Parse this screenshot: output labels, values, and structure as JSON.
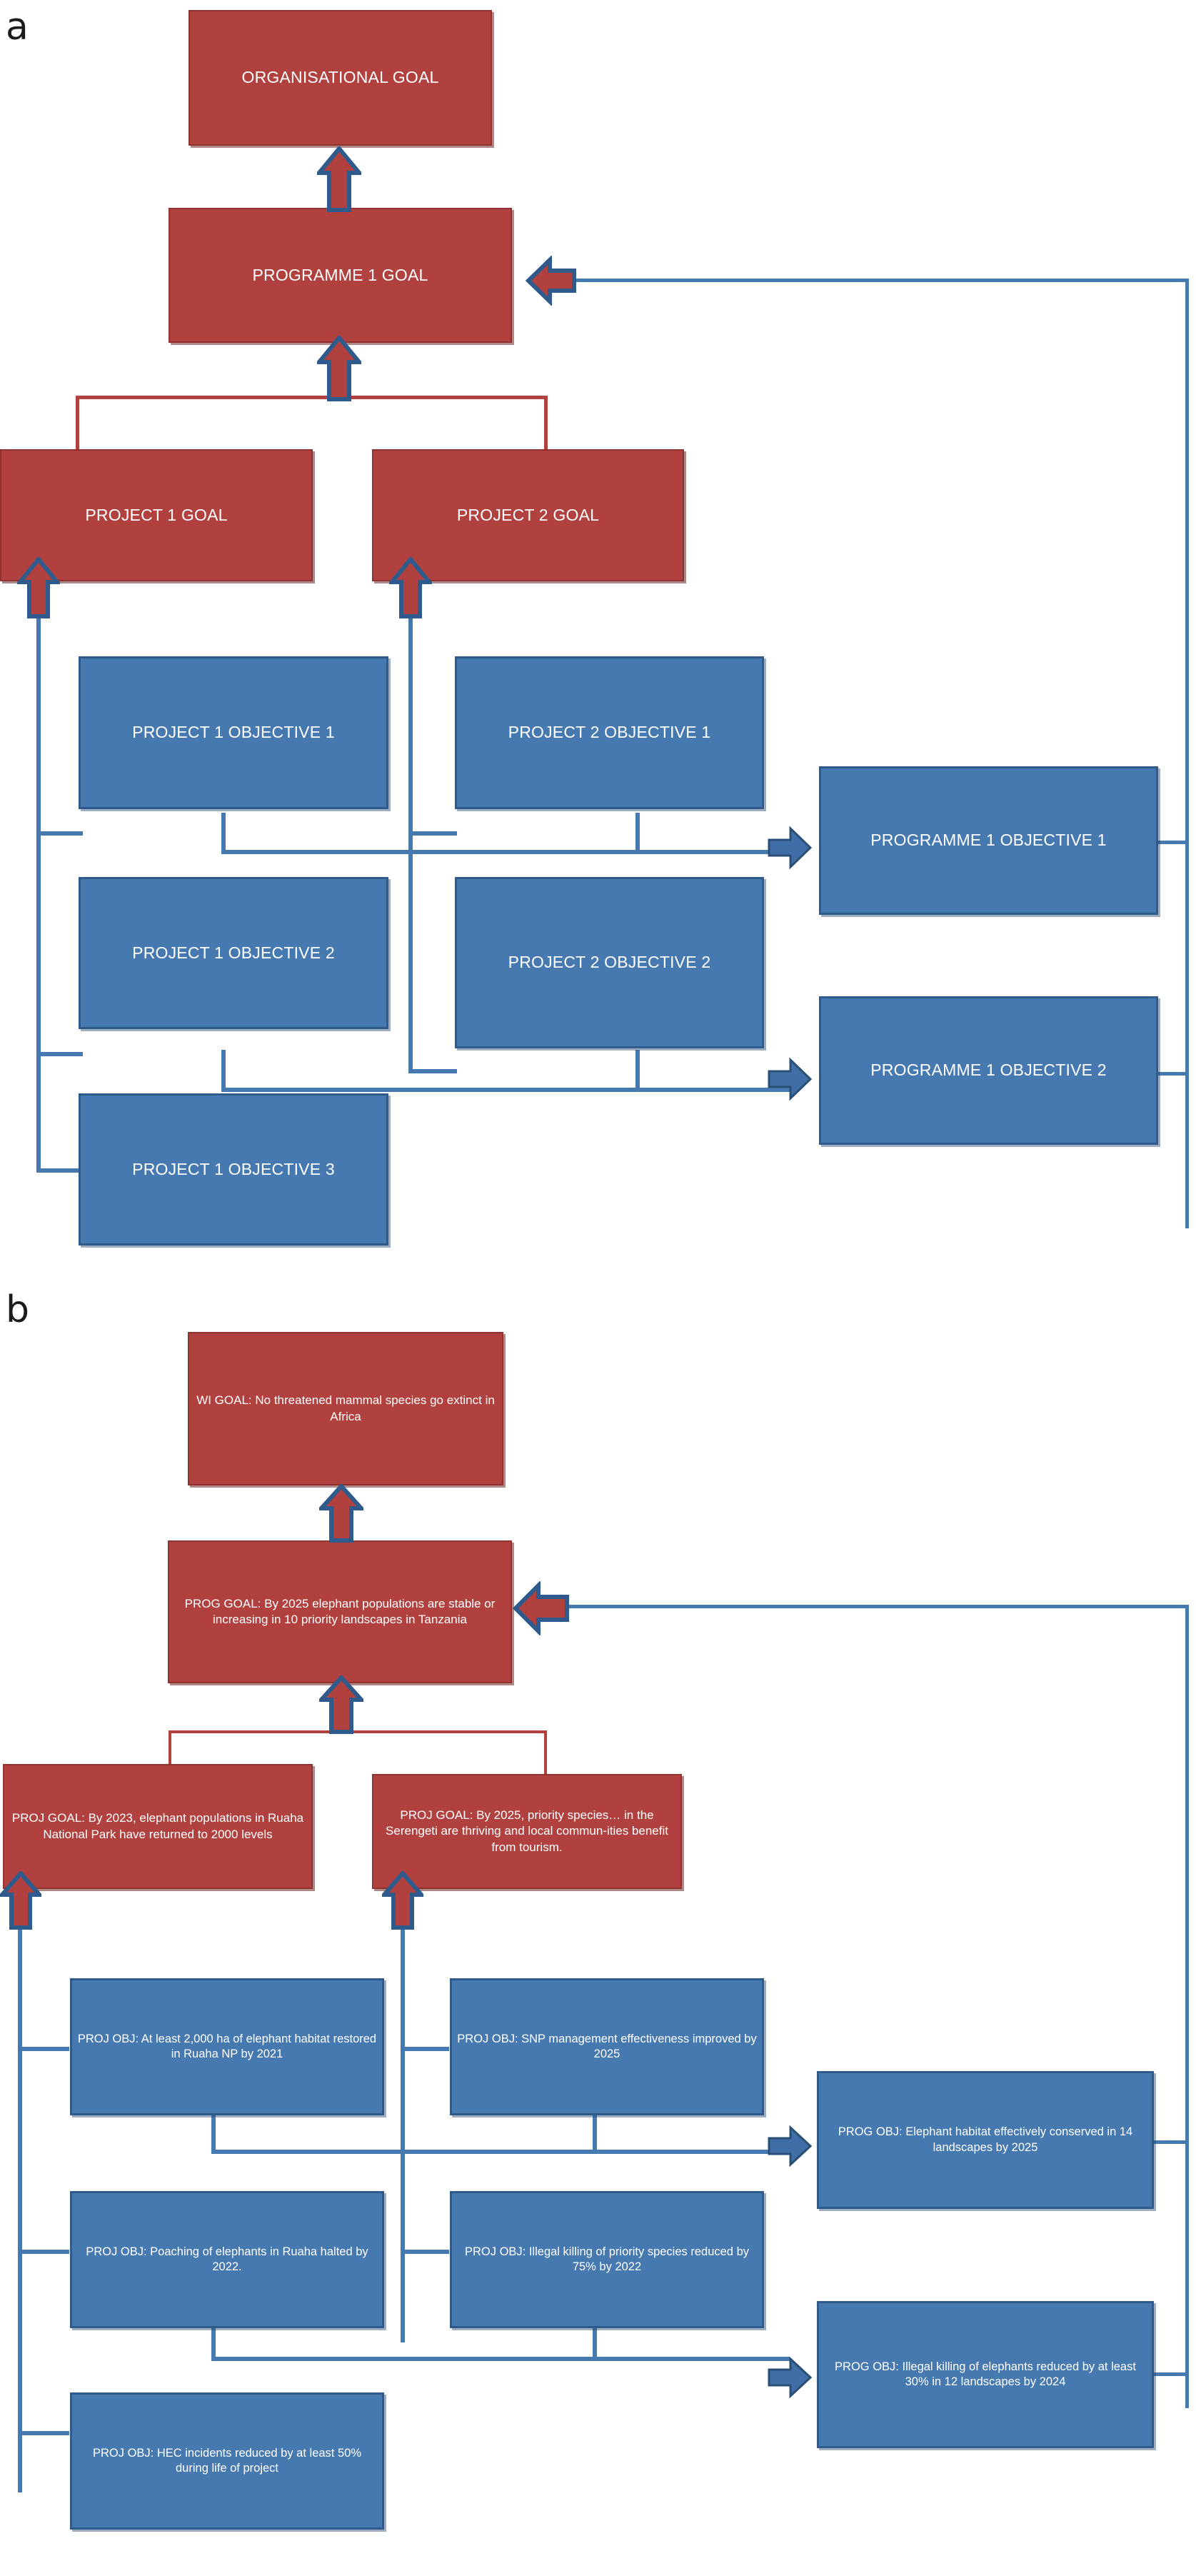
{
  "figure": {
    "panels": [
      {
        "letter": "a"
      },
      {
        "letter": "b"
      }
    ]
  },
  "colors": {
    "goal_red": "#b0413e",
    "goal_red_border": "#8f3330",
    "objective_blue": "#4679b0",
    "objective_blue_border": "#2e5b8c",
    "background": "#ffffff",
    "label_text": "#1a1a1a"
  },
  "panel_a": {
    "letter": "a",
    "boxes": {
      "organisational_goal": "ORGANISATIONAL GOAL",
      "programme_1_goal": "PROGRAMME  1 GOAL",
      "project_1_goal": "PROJECT  1 GOAL",
      "project_2_goal": "PROJECT 2 GOAL",
      "project_1_objective_1": "PROJECT 1 OBJECTIVE 1",
      "project_1_objective_2": "PROJECT 1 OBJECTIVE 2",
      "project_1_objective_3": "PROJECT 1 OBJECTIVE 3",
      "project_2_objective_1": "PROJECT 2 OBJECTIVE 1",
      "project_2_objective_2": "PROJECT 2 OBJECTIVE 2",
      "programme_1_objective_1": "PROGRAMME 1 OBJECTIVE 1",
      "programme_1_objective_2": "PROGRAMME 1 OBJECTIVE 2"
    }
  },
  "panel_b": {
    "letter": "b",
    "boxes": {
      "wi_goal": "WI GOAL: No threatened mammal species go extinct in Africa",
      "prog_goal": "PROG GOAL:  By 2025 elephant populations are stable or increasing in 10 priority landscapes in Tanzania",
      "proj_goal_1": "PROJ GOAL:  By 2023, elephant populations in Ruaha National Park have returned to 2000 levels",
      "proj_goal_2": "PROJ GOAL:  By 2025, priority species… in the Serengeti  are thriving and local commun-ities benefit from tourism.",
      "proj_obj_1": "PROJ OBJ: At least 2,000 ha of elephant habitat restored in Ruaha NP by 2021",
      "proj_obj_2": "PROJ OBJ: Poaching of elephants in Ruaha halted by 2022.",
      "proj_obj_3": "PROJ OBJ: HEC incidents reduced by at least 50% during life of project",
      "proj_obj_4": "PROJ OBJ: SNP management effectiveness improved by 2025",
      "proj_obj_5": "PROJ OBJ:  Illegal killing of priority species reduced by 75% by 2022",
      "prog_obj_1": "PROG OBJ: Elephant habitat effectively conserved  in 14 landscapes by 2025",
      "prog_obj_2": "PROG OBJ:  Illegal killing of elephants reduced by at least 30% in 12 landscapes by 2024"
    }
  }
}
